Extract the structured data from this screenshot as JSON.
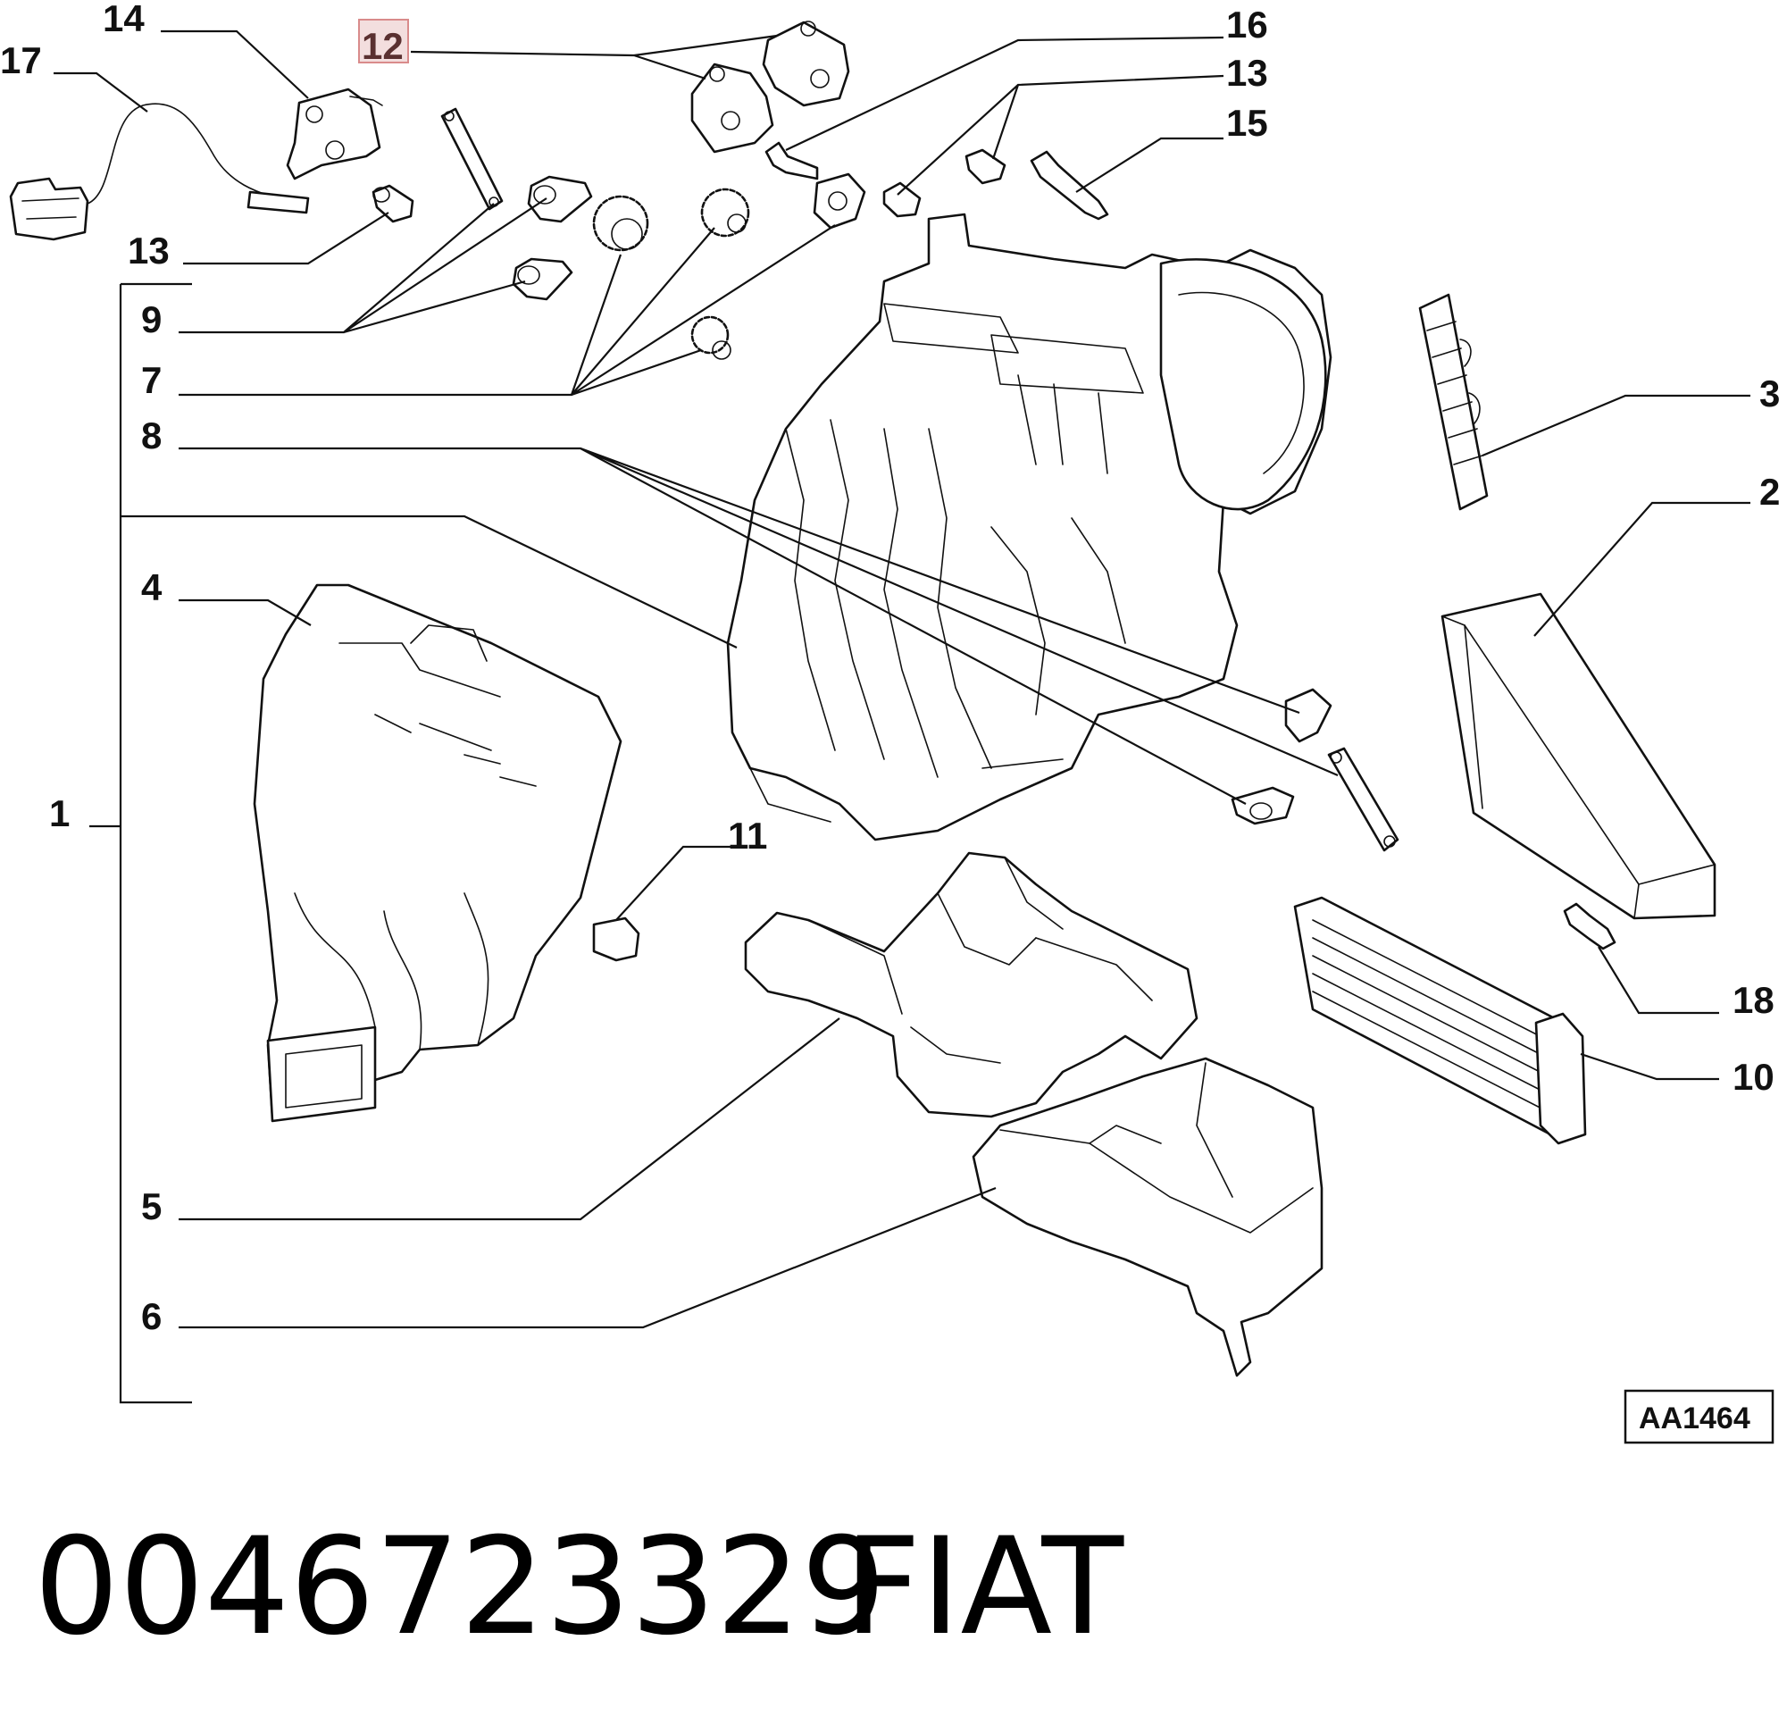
{
  "callouts": {
    "c1": "1",
    "c2": "2",
    "c3": "3",
    "c4": "4",
    "c5": "5",
    "c6": "6",
    "c7": "7",
    "c8": "8",
    "c9": "9",
    "c10": "10",
    "c11": "11",
    "c12": "12",
    "c13a": "13",
    "c13b": "13",
    "c14": "14",
    "c15": "15",
    "c16": "16",
    "c17": "17",
    "c18": "18"
  },
  "highlighted_callout": "12",
  "reference_code": "AA1464",
  "footer": {
    "part_number": "0046723329",
    "brand": "FIAT"
  }
}
